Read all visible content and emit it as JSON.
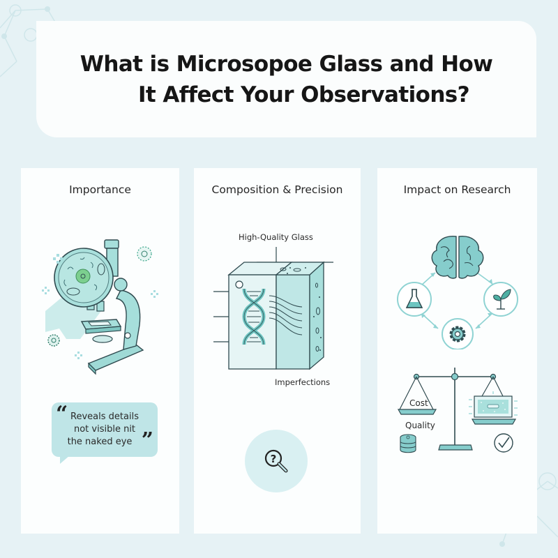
{
  "title": {
    "line1": "What is Microsopoe Glass and How",
    "line2": "It Affect Your Observations?"
  },
  "colors": {
    "background": "#e6f2f5",
    "card": "#fcfefe",
    "accent_teal": "#8fd3d3",
    "accent_light": "#bfe5e7",
    "stroke_dark": "#2f4a4f",
    "green": "#7ccf8f"
  },
  "columns": [
    {
      "title": "Importance",
      "illustration": "microscope-icon",
      "quote": {
        "open_mark": "“",
        "lines": [
          "Reveals details",
          "not visible nit",
          "the naked eye"
        ],
        "close_mark": "”"
      }
    },
    {
      "title": "Composition & Precision",
      "illustration": "glass-block-diagram",
      "labels": {
        "top": "High-Quality Glass",
        "bottom": "Imperfections"
      },
      "footer_icon": "magnifier-question-icon",
      "footer_glyph": "?"
    },
    {
      "title": "Impact on Research",
      "cycle": {
        "center_icon": "brain-icon",
        "nodes": [
          "flask-icon",
          "plant-icon",
          "gear-icon"
        ]
      },
      "scale": {
        "left_pan_label": "Cost",
        "left_caption": "Quality",
        "left_icon": "coin-stack-icon",
        "right_icon": "glass-slide-icon",
        "right_caption_icon": "checkmark-icon"
      }
    }
  ]
}
